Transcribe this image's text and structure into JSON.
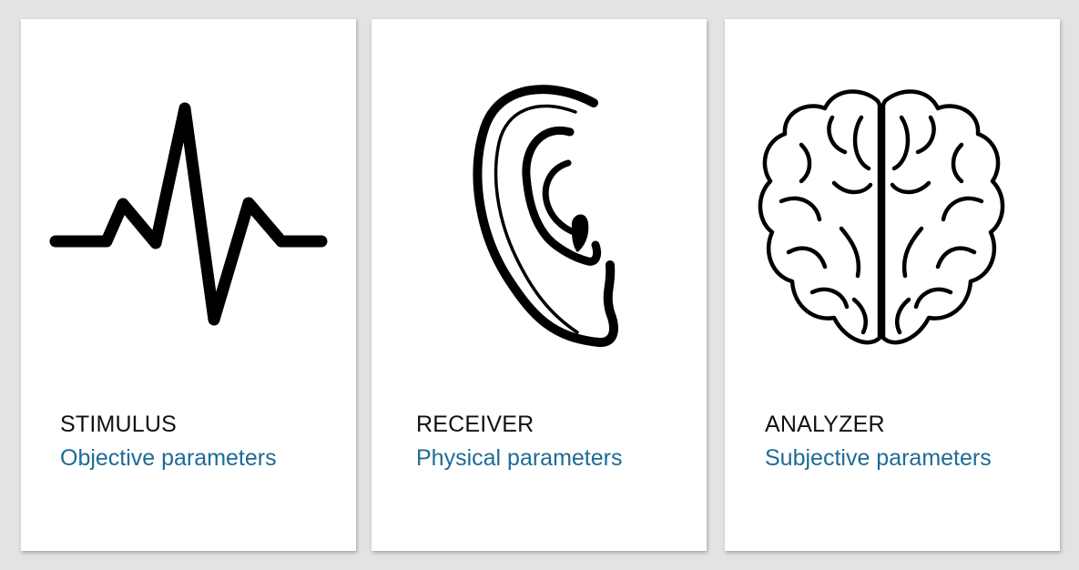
{
  "accent_color": "#1f6b94",
  "cards": [
    {
      "title": "STIMULUS",
      "subtitle": "Objective parameters",
      "icon": "heartbeat-icon"
    },
    {
      "title": "RECEIVER",
      "subtitle": "Physical parameters",
      "icon": "ear-icon"
    },
    {
      "title": "ANALYZER",
      "subtitle": "Subjective parameters",
      "icon": "brain-icon"
    }
  ]
}
